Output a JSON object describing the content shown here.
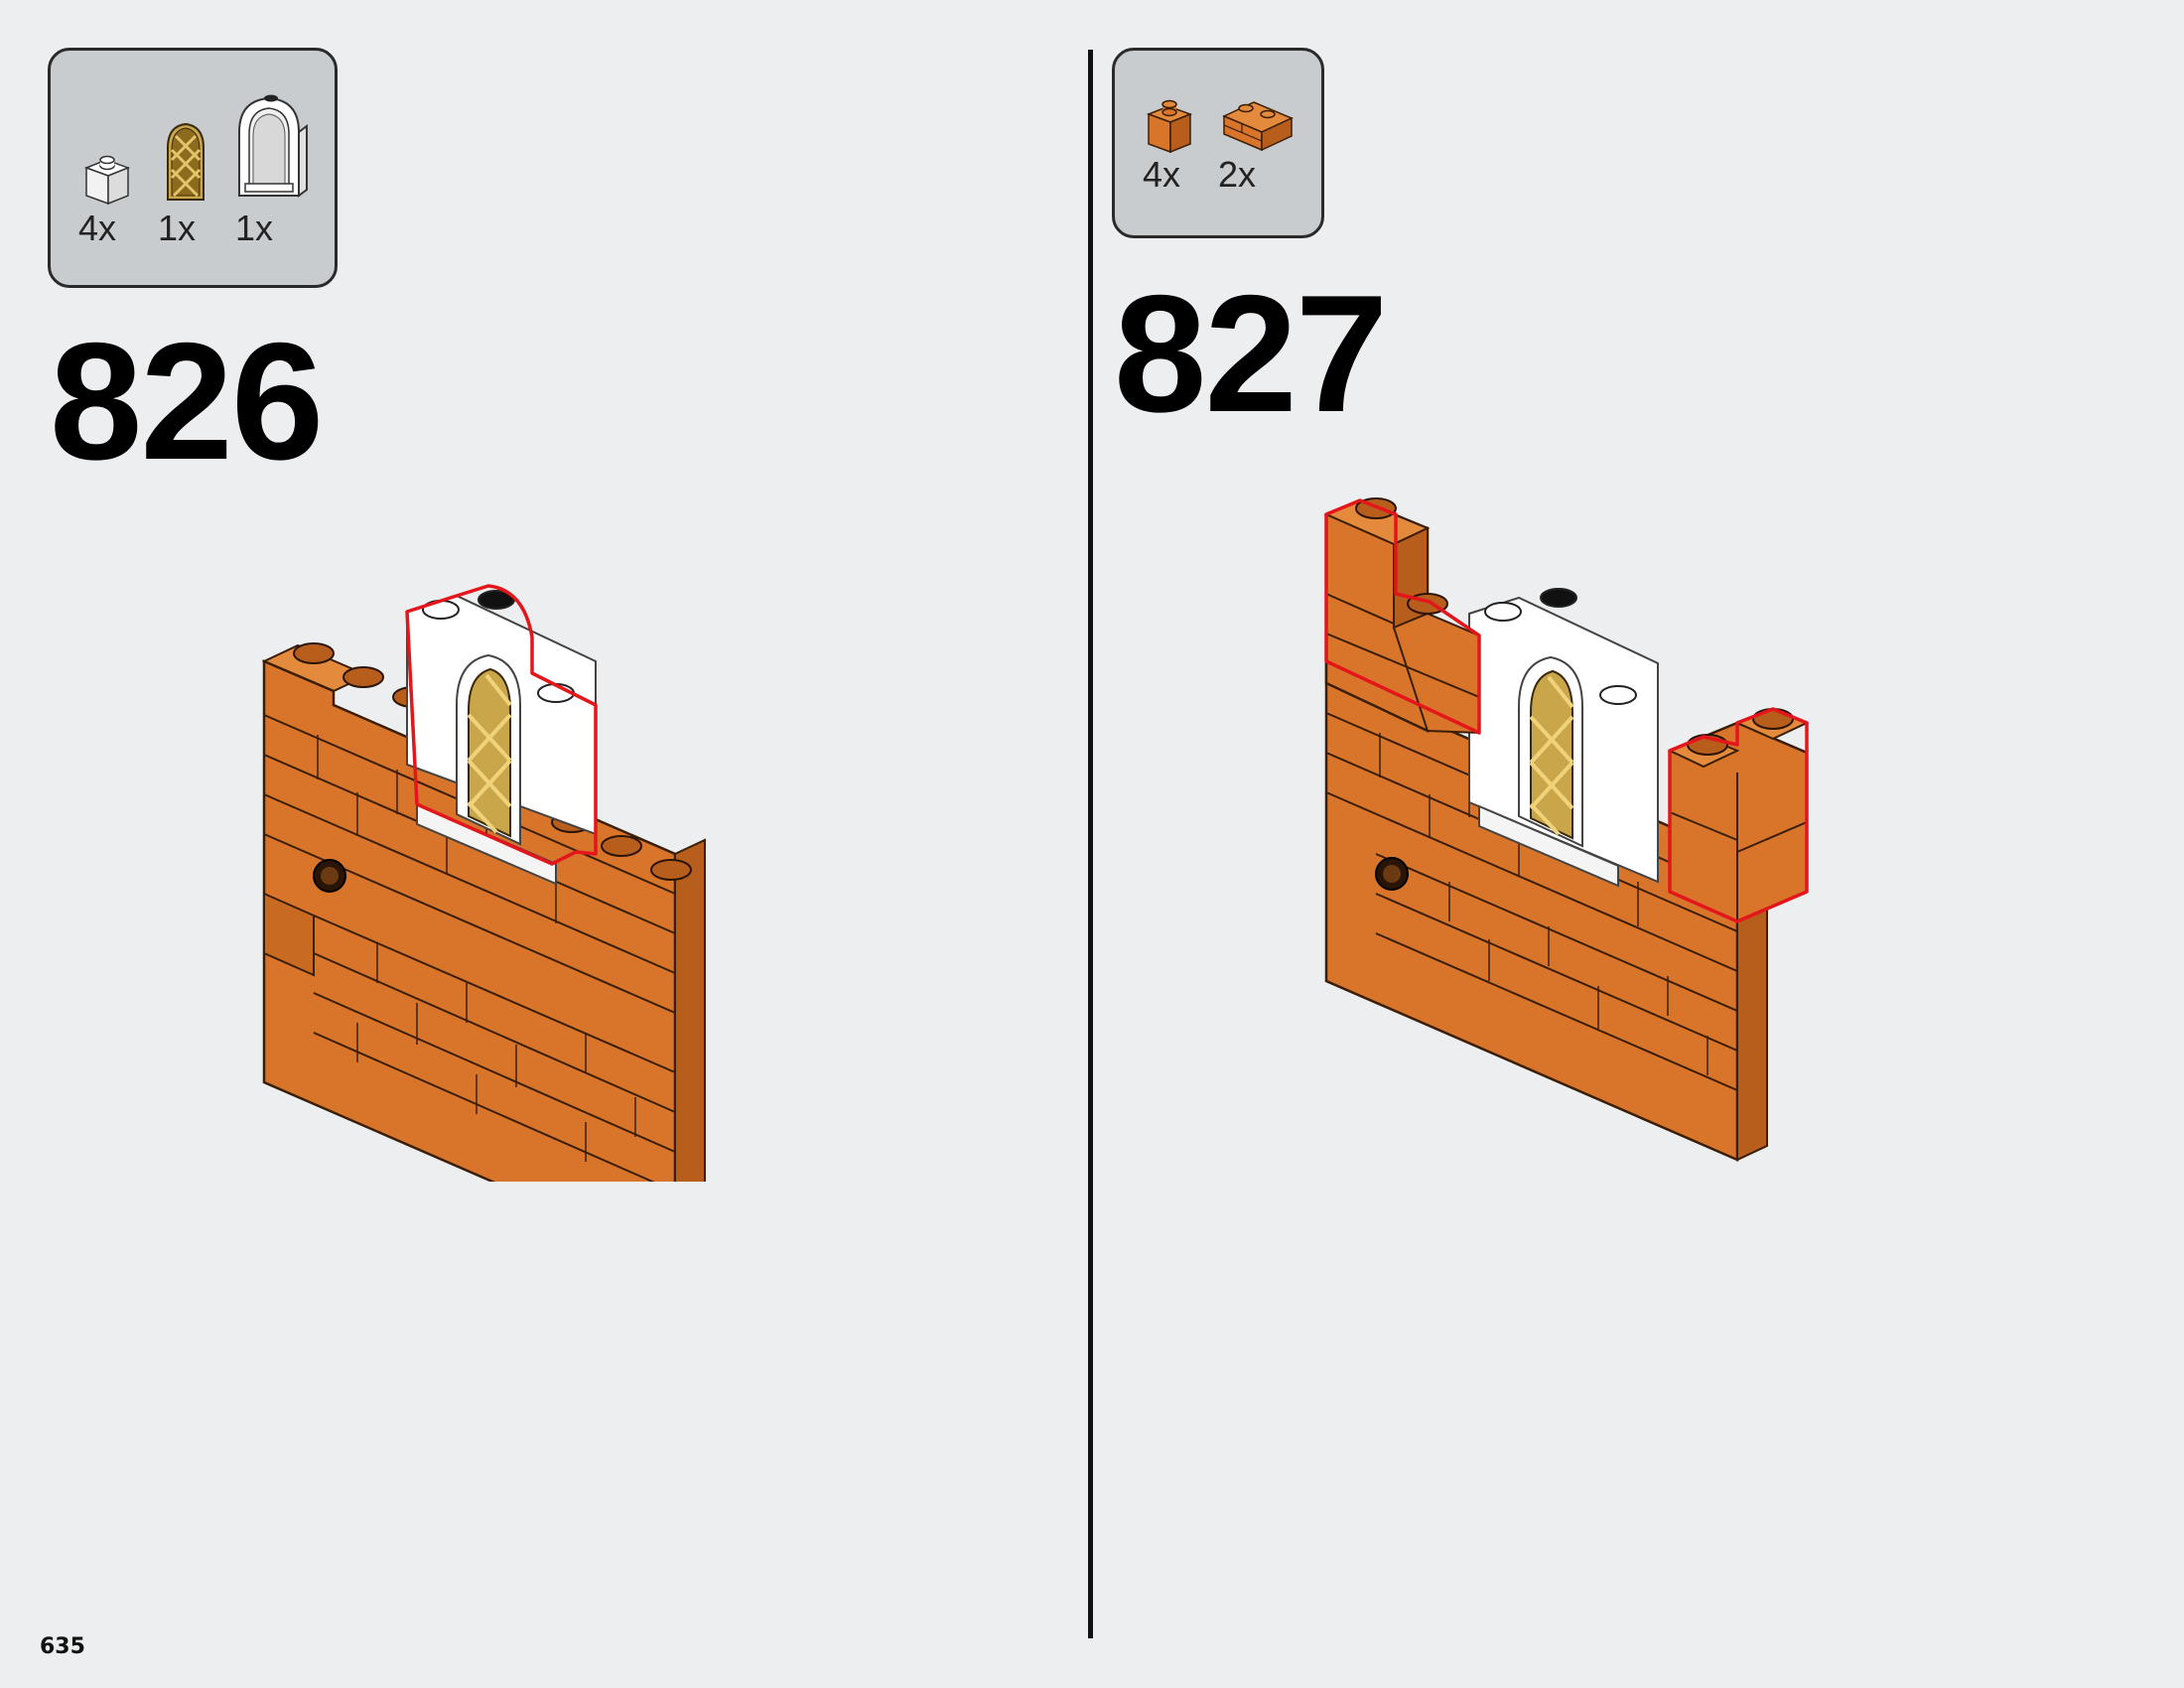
{
  "steps": [
    {
      "number": "826",
      "parts": [
        {
          "icon": "white-brick-1x1-icon",
          "qty": "4x"
        },
        {
          "icon": "gold-lattice-window-pane-icon",
          "qty": "1x"
        },
        {
          "icon": "white-arched-window-frame-icon",
          "qty": "1x"
        }
      ]
    },
    {
      "number": "827",
      "parts": [
        {
          "icon": "orange-brick-1x1-icon",
          "qty": "4x"
        },
        {
          "icon": "orange-masonry-brick-1x2-icon",
          "qty": "2x"
        }
      ]
    }
  ],
  "page_number": "635",
  "colors": {
    "background": "#eceef0",
    "parts_box": "#c9cccf",
    "brick_orange": "#d9752a",
    "highlight_red": "#e3161b",
    "lattice_gold": "#c9a64a"
  }
}
